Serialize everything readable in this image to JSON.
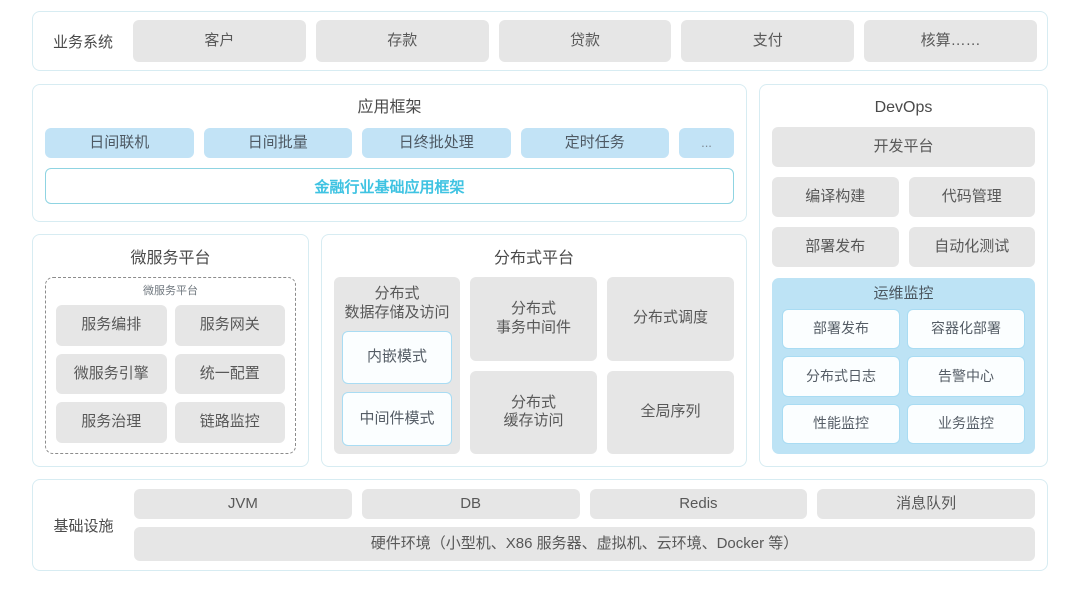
{
  "business_systems": {
    "label": "业务系统",
    "items": [
      "客户",
      "存款",
      "贷款",
      "支付",
      "核算……"
    ]
  },
  "app_framework": {
    "title": "应用框架",
    "chips": [
      "日间联机",
      "日间批量",
      "日终批处理",
      "定时任务",
      "..."
    ],
    "foundation_bar": "金融行业基础应用框架",
    "foundation_color": "#3fc3e2"
  },
  "microservice_platform": {
    "title": "微服务平台",
    "sub_label": "微服务平台",
    "items": [
      "服务编排",
      "服务网关",
      "微服务引擎",
      "统一配置",
      "服务治理",
      "链路监控"
    ]
  },
  "distributed_platform": {
    "title": "分布式平台",
    "storage_column": {
      "headline": "分布式\n数据存储及访问",
      "headline_line1": "分布式",
      "headline_line2": "数据存储及访问",
      "modes": [
        "内嵌模式",
        "中间件模式"
      ]
    },
    "grid": [
      {
        "line1": "分布式",
        "line2": "事务中间件"
      },
      {
        "line1": "分布式调度",
        "line2": ""
      },
      {
        "line1": "分布式",
        "line2": "缓存访问"
      },
      {
        "line1": "全局序列",
        "line2": ""
      }
    ]
  },
  "devops": {
    "title": "DevOps",
    "platform": "开发平台",
    "pairs": [
      [
        "编译构建",
        "代码管理"
      ],
      [
        "部署发布",
        "自动化测试"
      ]
    ],
    "ops_monitoring": {
      "title": "运维监控",
      "bg_color": "#bde3f5",
      "items": [
        "部署发布",
        "容器化部署",
        "分布式日志",
        "告警中心",
        "性能监控",
        "业务监控"
      ]
    }
  },
  "infrastructure": {
    "label": "基础设施",
    "items": [
      "JVM",
      "DB",
      "Redis",
      "消息队列"
    ],
    "hardware": "硬件环境（小型机、X86 服务器、虚拟机、云环境、Docker 等）"
  }
}
